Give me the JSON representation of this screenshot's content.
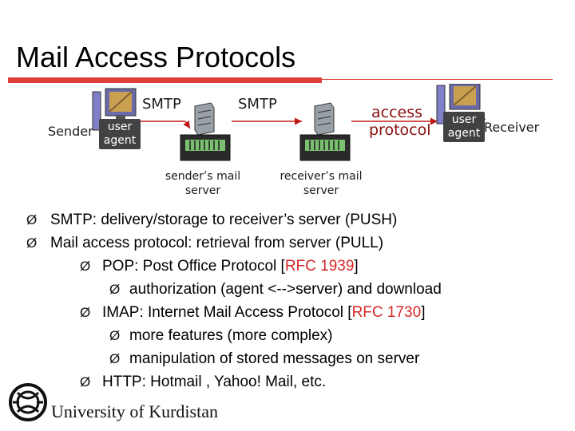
{
  "title": "Mail Access Protocols",
  "colors": {
    "accent_red": "#e0403a",
    "citation_red": "#d62828",
    "protocol_label": "#8a1010",
    "arrow": "#c01818"
  },
  "diagram": {
    "sender_label": "Sender",
    "receiver_label": "Receiver",
    "user_agent_line1": "user",
    "user_agent_line2": "agent",
    "smtp_label_1": "SMTP",
    "smtp_label_2": "SMTP",
    "access_protocol_line1": "access",
    "access_protocol_line2": "protocol",
    "sender_server_line1": "sender’s mail",
    "sender_server_line2": "server",
    "receiver_server_line1": "receiver’s mail",
    "receiver_server_line2": "server",
    "icons": [
      "desktop-computer-icon",
      "mail-server-icon",
      "mail-server-icon",
      "desktop-computer-icon"
    ]
  },
  "bullets": {
    "glyph": "Ø",
    "b1": "SMTP: delivery/storage to receiver’s server  (PUSH)",
    "b2": "Mail access protocol: retrieval from server   (PULL)",
    "pop_pre": "POP: Post Office Protocol [",
    "pop_rfc": "RFC 1939",
    "pop_post": "]",
    "pop_sub": "authorization (agent <-->server) and download",
    "imap_pre": "IMAP: Internet Mail Access Protocol [",
    "imap_rfc": "RFC 1730",
    "imap_post": "]",
    "imap_sub1": "more features (more complex)",
    "imap_sub2": "manipulation of stored messages on server",
    "http": "HTTP: Hotmail , Yahoo! Mail, etc."
  },
  "footer": {
    "university": "University of Kurdistan",
    "logo_icon": "university-crest-logo"
  }
}
